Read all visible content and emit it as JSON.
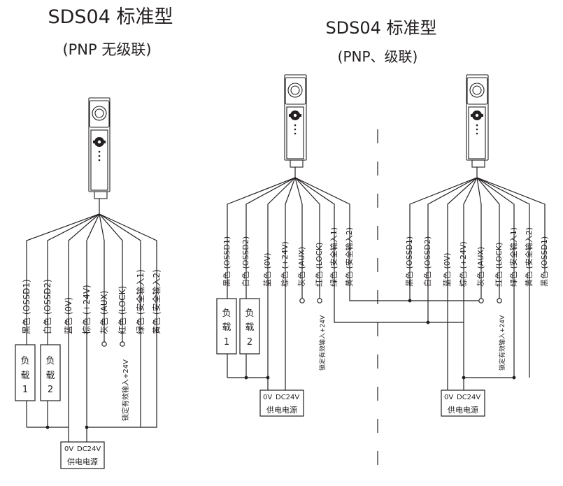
{
  "left": {
    "title": "SDS04 标准型",
    "subtitle": "(PNP 无级联)",
    "wires": [
      "黑色 (OSSD1)",
      "白色 (OSSD2)",
      "蓝色 (0V)",
      "棕色 (+24V)",
      "灰色 (AUX)",
      "红色 (LOCK)",
      "绿色 (安全输入1)",
      "黄色 (安全输入2)"
    ],
    "load1": [
      "负",
      "载",
      "1"
    ],
    "load2": [
      "负",
      "载",
      "2"
    ],
    "lock_note": "锁定有效输入+24V",
    "psu_0v": "0V",
    "psu_dc": "DC24V",
    "psu_label": "供电电源"
  },
  "right": {
    "title": "SDS04 标准型",
    "subtitle": "(PNP、级联)",
    "wires_a": [
      "黑色 (OSSD1)",
      "白色 (OSSD2)",
      "蓝色 (0V)",
      "棕色 (+24V)",
      "灰色 (AUX)",
      "红色 (LOCK)",
      "绿色 (安全输入1)",
      "黄色 (安全输入2)"
    ],
    "wires_b": [
      "黑色 (OSSD1)",
      "白色 (OSSD2)",
      "蓝色 (0V)",
      "棕色 (+24V)",
      "灰色 (AUX)",
      "红色 (LOCK)",
      "绿色 (安全输入1)",
      "黄色 (安全输入2)",
      "黑色 (OSSD1)"
    ],
    "load1": [
      "负",
      "载",
      "1"
    ],
    "load2": [
      "负",
      "载",
      "2"
    ],
    "lock_note_a": "锁定有效输入+24V",
    "lock_note_b": "锁定有效输入+24V",
    "psu_a_0v": "0V",
    "psu_a_dc": "DC24V",
    "psu_a_label": "供电电源",
    "psu_b_0v": "0V",
    "psu_b_dc": "DC24V",
    "psu_b_label": "供电电源"
  }
}
